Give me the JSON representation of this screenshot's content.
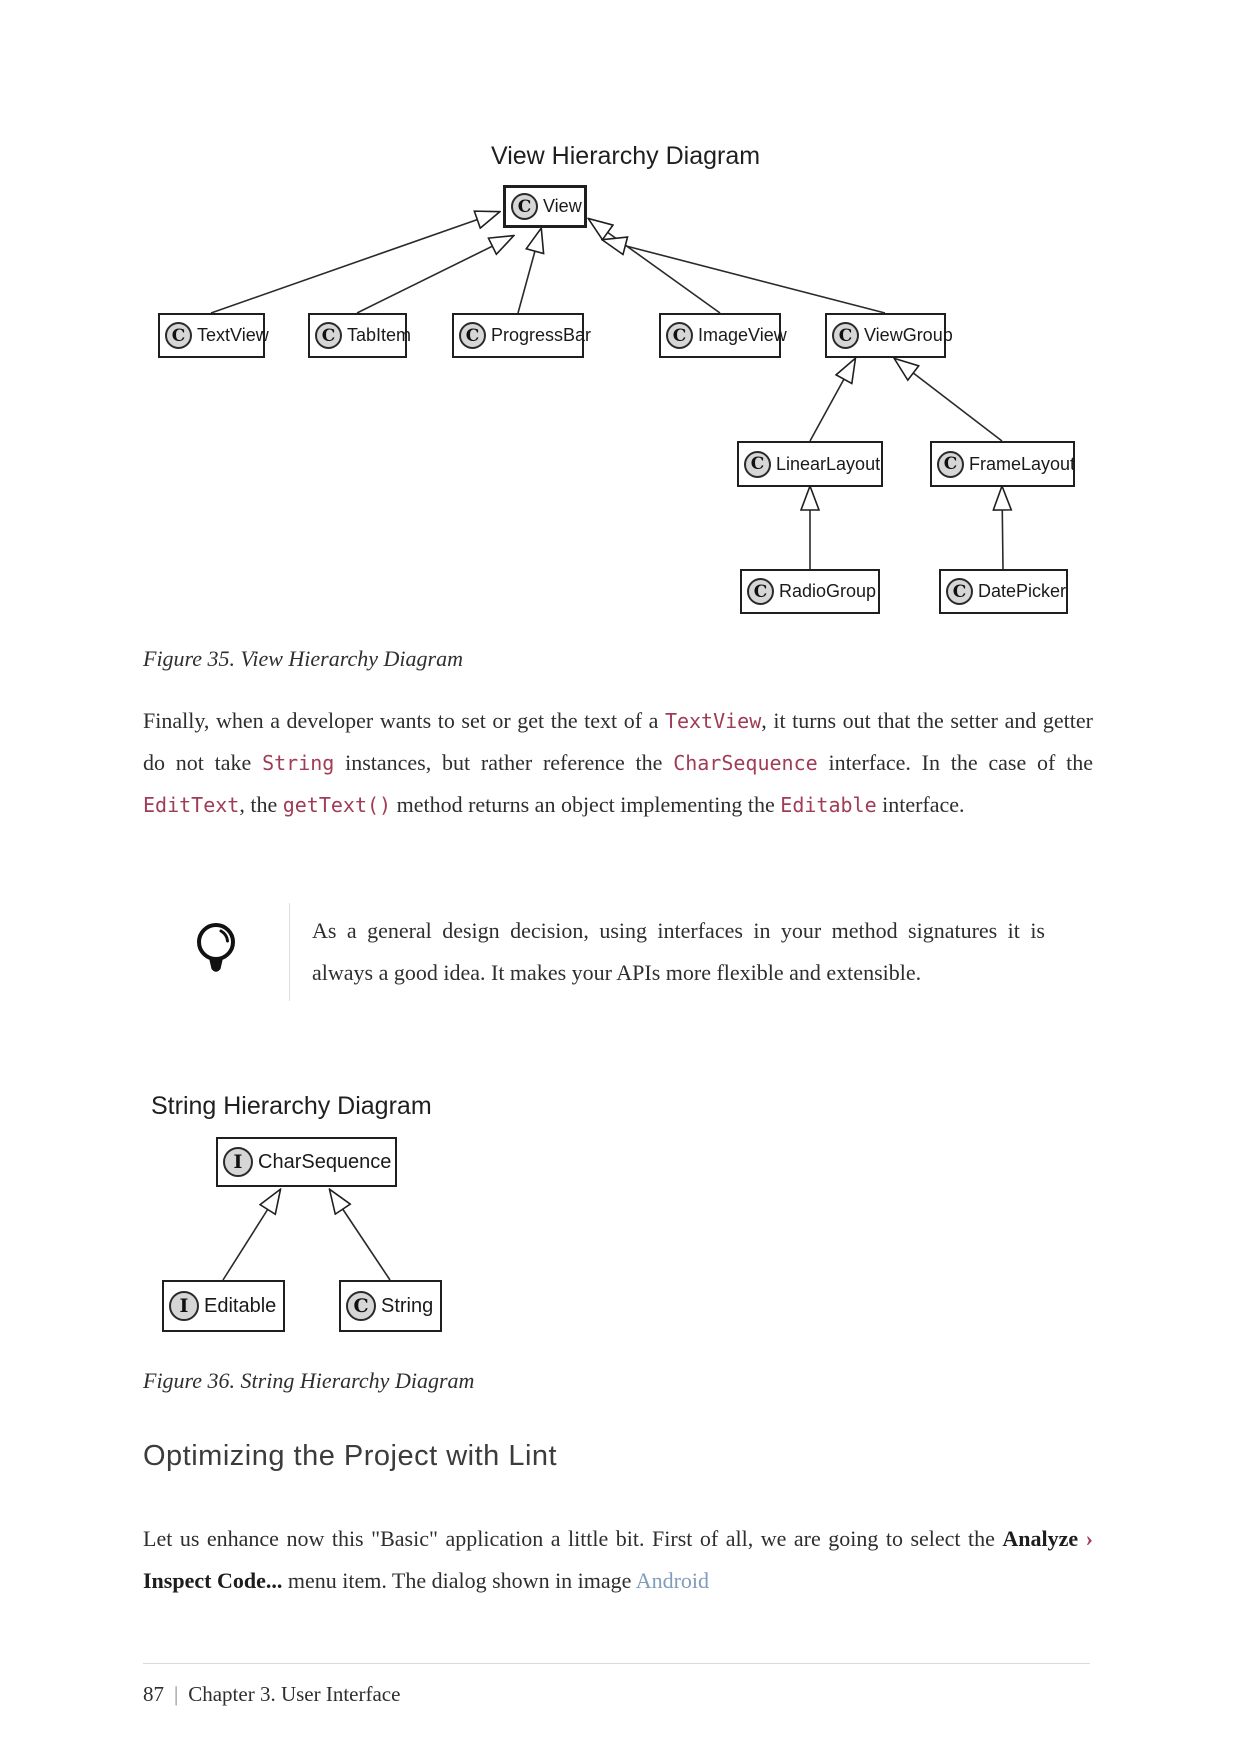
{
  "colors": {
    "code_text": "#a03c55",
    "accent": "#a03c55",
    "link_text": "#7f9cba"
  },
  "diagram_view": {
    "title": "View Hierarchy Diagram",
    "caption": "Figure 35. View Hierarchy Diagram",
    "nodes": {
      "view": {
        "icon": "C",
        "label": "View"
      },
      "textview": {
        "icon": "C",
        "label": "TextView"
      },
      "tabitem": {
        "icon": "C",
        "label": "TabItem"
      },
      "progressbar": {
        "icon": "C",
        "label": "ProgressBar"
      },
      "imageview": {
        "icon": "C",
        "label": "ImageView"
      },
      "viewgroup": {
        "icon": "C",
        "label": "ViewGroup"
      },
      "linearlayout": {
        "icon": "C",
        "label": "LinearLayout"
      },
      "framelayout": {
        "icon": "C",
        "label": "FrameLayout"
      },
      "radiogroup": {
        "icon": "C",
        "label": "RadioGroup"
      },
      "datepicker": {
        "icon": "C",
        "label": "DatePicker"
      }
    }
  },
  "paragraph_textview": {
    "segments": [
      {
        "kind": "text",
        "t": "Finally, when a developer wants to set or get the text of a "
      },
      {
        "kind": "code",
        "t": "TextView"
      },
      {
        "kind": "text",
        "t": ", it turns out that the setter and getter do not take "
      },
      {
        "kind": "code",
        "t": "String"
      },
      {
        "kind": "text",
        "t": " instances, but rather reference the "
      },
      {
        "kind": "code",
        "t": "CharSequence"
      },
      {
        "kind": "text",
        "t": " interface. In the case of the "
      },
      {
        "kind": "code",
        "t": "EditText"
      },
      {
        "kind": "text",
        "t": ", the "
      },
      {
        "kind": "code",
        "t": "getText()"
      },
      {
        "kind": "text",
        "t": " method returns an object implementing the "
      },
      {
        "kind": "code",
        "t": "Editable"
      },
      {
        "kind": "text",
        "t": " interface."
      }
    ]
  },
  "tip": {
    "icon": "lightbulb-icon",
    "text": "As a general design decision, using interfaces in your method signatures it is always a good idea. It makes your APIs more flexible and extensible."
  },
  "diagram_string": {
    "title": "String Hierarchy Diagram",
    "caption": "Figure 36. String Hierarchy Diagram",
    "nodes": {
      "charsequence": {
        "icon": "I",
        "label": "CharSequence"
      },
      "editable": {
        "icon": "I",
        "label": "Editable"
      },
      "string": {
        "icon": "C",
        "label": "String"
      }
    }
  },
  "section": {
    "heading": "Optimizing the Project with Lint"
  },
  "paragraph_lint": {
    "segments": [
      {
        "kind": "text",
        "t": "Let us enhance now this \"Basic\" application a little bit. First of all, we are going to select the "
      },
      {
        "kind": "bold",
        "t": "Analyze"
      },
      {
        "kind": "accent",
        "t": " › "
      },
      {
        "kind": "bold",
        "t": "Inspect Code..."
      },
      {
        "kind": "text",
        "t": " menu item. The dialog shown in image "
      },
      {
        "kind": "link",
        "t": "Android"
      }
    ]
  },
  "footer": {
    "page_number": "87",
    "separator": "|",
    "chapter_title": "Chapter 3. User Interface"
  }
}
